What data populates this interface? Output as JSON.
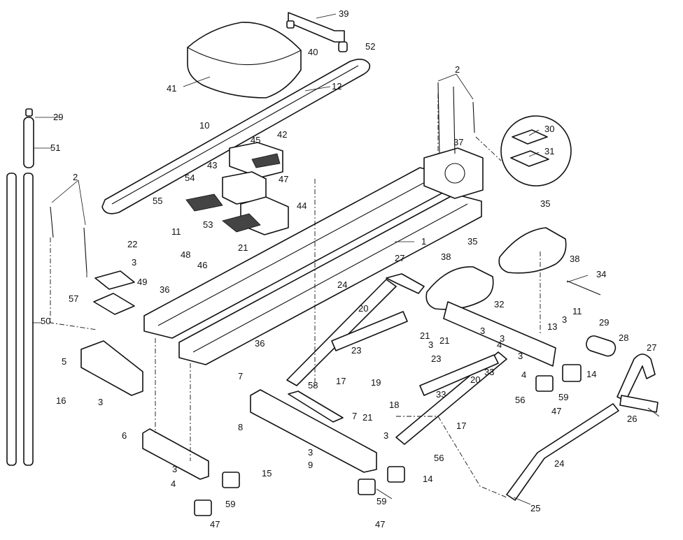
{
  "labels": [
    "1",
    "2",
    "3",
    "4",
    "5",
    "6",
    "7",
    "8",
    "9",
    "10",
    "11",
    "12",
    "13",
    "14",
    "15",
    "16",
    "17",
    "18",
    "19",
    "20",
    "21",
    "22",
    "23",
    "24",
    "25",
    "26",
    "27",
    "28",
    "29",
    "30",
    "31",
    "32",
    "33",
    "34",
    "35",
    "36",
    "37",
    "38",
    "39",
    "40",
    "41",
    "42",
    "43",
    "44",
    "45",
    "46",
    "47",
    "48",
    "49",
    "50",
    "51",
    "52",
    "53",
    "54",
    "55",
    "56",
    "57",
    "58",
    "59"
  ]
}
